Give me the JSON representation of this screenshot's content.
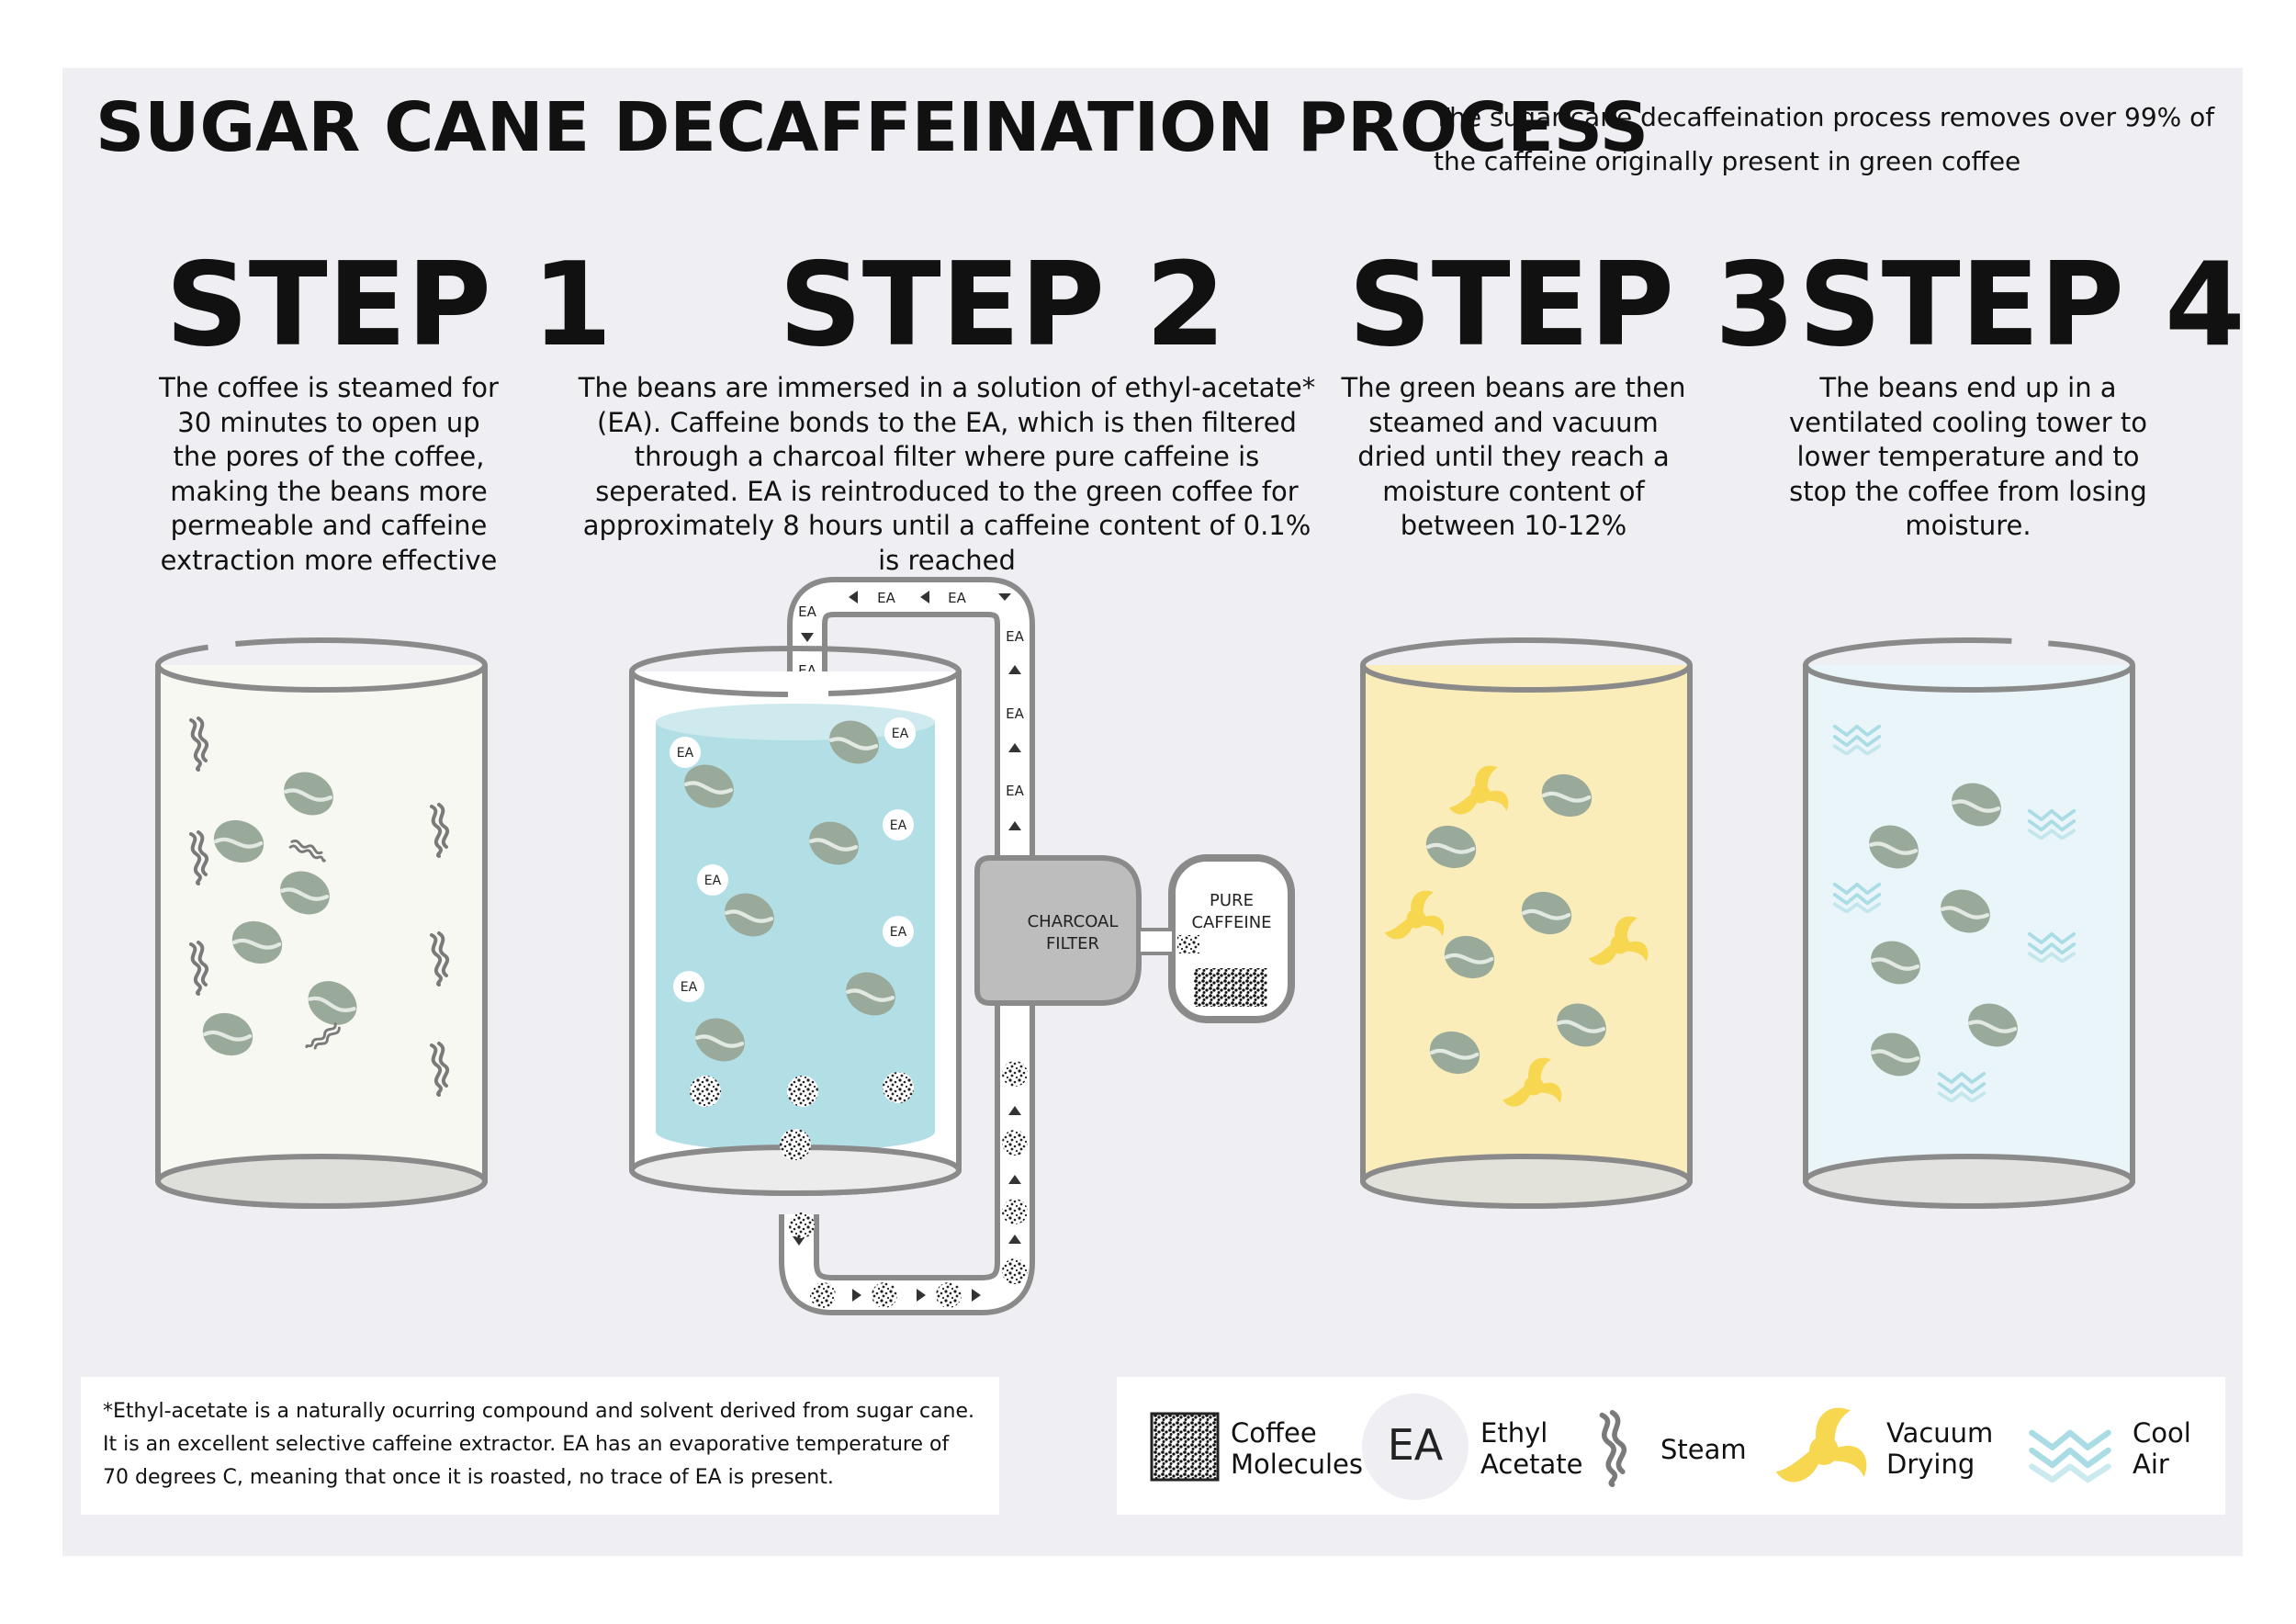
{
  "header": {
    "title": "SUGAR CANE DECAFFEINATION PROCESS",
    "subtitle": "The sugar cane decaffeination process removes over 99% of the caffeine originally present in green coffee"
  },
  "steps": [
    {
      "title": "STEP 1",
      "description": "The coffee is steamed for 30 minutes to open up the pores of the coffee, making the beans more permeable and caffeine extraction more effective"
    },
    {
      "title": "STEP 2",
      "description": "The beans are immersed in a solution of ethyl-acetate* (EA). Caffeine bonds to the EA, which is then filtered through a charcoal filter where pure caffeine is seperated. EA is reintroduced to the green coffee for approximately 8 hours until a caffeine content of 0.1% is reached"
    },
    {
      "title": "STEP 3",
      "description": "The green beans are then steamed and vacuum dried until they reach a moisture content of between 10-12%"
    },
    {
      "title": "STEP 4",
      "description": "The beans end up in a ventilated cooling tower to lower temperature and to stop the coffee from losing moisture."
    }
  ],
  "diagram": {
    "ea_tag": "EA",
    "filter_line1": "CHARCOAL",
    "filter_line2": "FILTER",
    "pure_line1": "PURE",
    "pure_line2": "CAFFEINE"
  },
  "footnote": "*Ethyl-acetate is a naturally ocurring compound and solvent derived from sugar cane. It is an excellent selective caffeine extractor. EA has an evaporative temperature of 70 degrees C, meaning that once it is roasted, no trace of EA is present.",
  "legend": {
    "coffee_molecules_line1": "Coffee",
    "coffee_molecules_line2": "Molecules",
    "ea_symbol": "EA",
    "ethyl_acetate_line1": "Ethyl",
    "ethyl_acetate_line2": "Acetate",
    "steam": "Steam",
    "vacuum_drying_line1": "Vacuum",
    "vacuum_drying_line2": "Drying",
    "cool_air_line1": "Cool",
    "cool_air_line2": "Air"
  },
  "colors": {
    "background": "#efeff3",
    "bean": "#9aaa9a",
    "bean_crease": "#dfe5df",
    "outline": "#8a8a8a",
    "step1_fill": "#f8f8f3",
    "step2_water": "#b2dfe6",
    "step3_fill": "#faedba",
    "step4_fill": "#e9f5f8",
    "vacuum": "#f7d650",
    "cool_air": "#a9dce4",
    "filter": "#bdbdbd"
  }
}
